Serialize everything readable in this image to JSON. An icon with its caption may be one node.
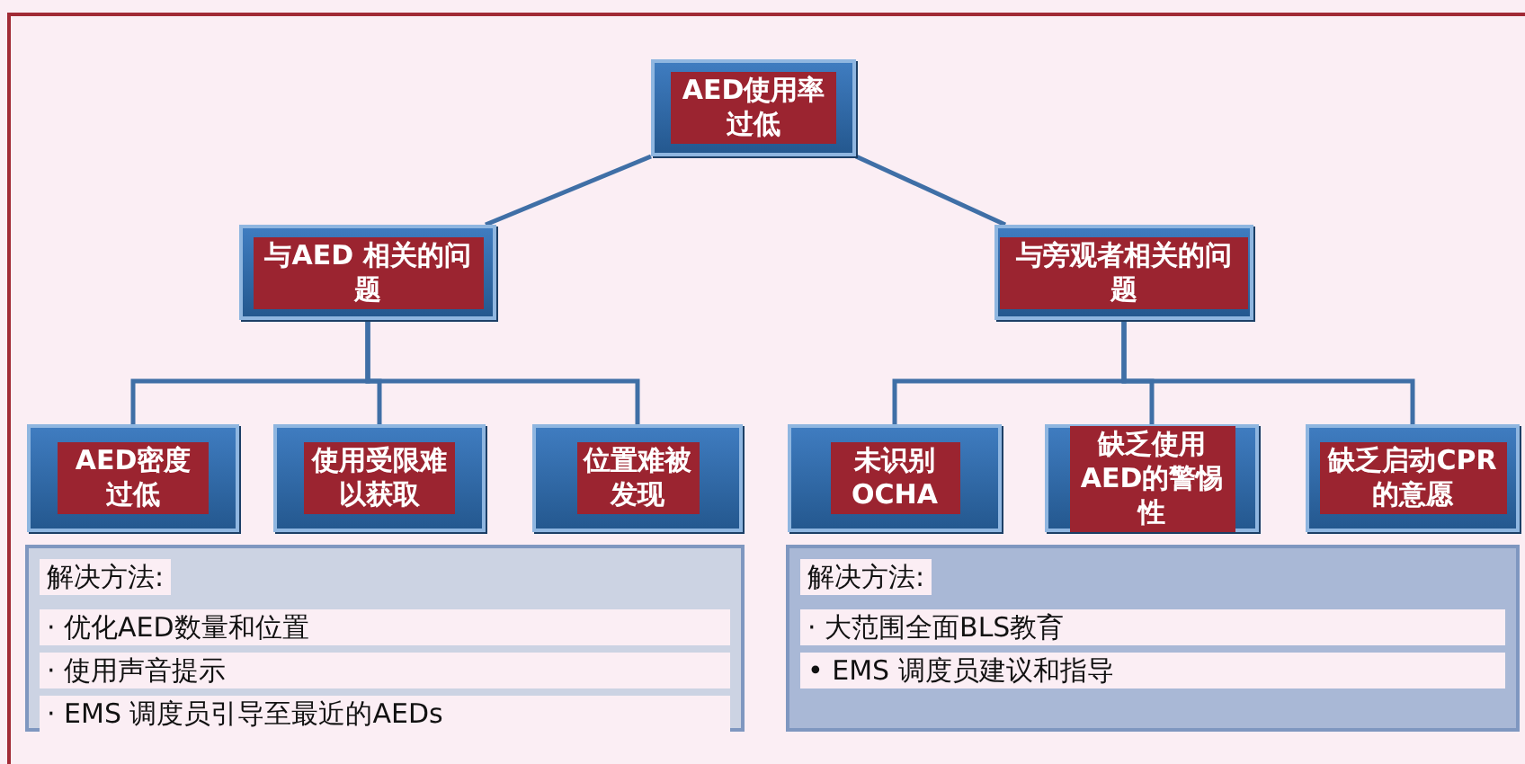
{
  "diagram": {
    "nodes": [
      {
        "text": [
          "AED使用率过低"
        ]
      },
      {
        "text": [
          "与AED 相关的问题"
        ]
      },
      {
        "text": [
          "与旁观者相关的问题"
        ]
      },
      {
        "text": [
          "AED密度过低"
        ]
      },
      {
        "text": [
          "使用受限难以获取"
        ]
      },
      {
        "text": [
          "位置难被发现"
        ]
      },
      {
        "text": [
          "未识别OCHA"
        ]
      },
      {
        "text": [
          "缺乏使用AED的警惕性"
        ]
      },
      {
        "text": [
          "缺乏启动CPR的意愿"
        ]
      },
      {
        "text": [
          "解决方法:",
          "· 优化AED数量和位置",
          "· 使用声音提示",
          "· EMS 调度员引导至最近的AEDs"
        ]
      },
      {
        "text": [
          "解决方法:",
          "· 大范围全面BLS教育",
          "• EMS 调度员建议和指导"
        ]
      }
    ],
    "edges": [
      {
        "from": 0,
        "to": 1,
        "arrow": "none"
      },
      {
        "from": 0,
        "to": 2,
        "arrow": "none"
      },
      {
        "from": 1,
        "to": 3,
        "arrow": "none"
      },
      {
        "from": 1,
        "to": 4,
        "arrow": "none"
      },
      {
        "from": 1,
        "to": 5,
        "arrow": "none"
      },
      {
        "from": 2,
        "to": 6,
        "arrow": "none"
      },
      {
        "from": 2,
        "to": 7,
        "arrow": "none"
      },
      {
        "from": 2,
        "to": 8,
        "arrow": "none"
      }
    ]
  }
}
